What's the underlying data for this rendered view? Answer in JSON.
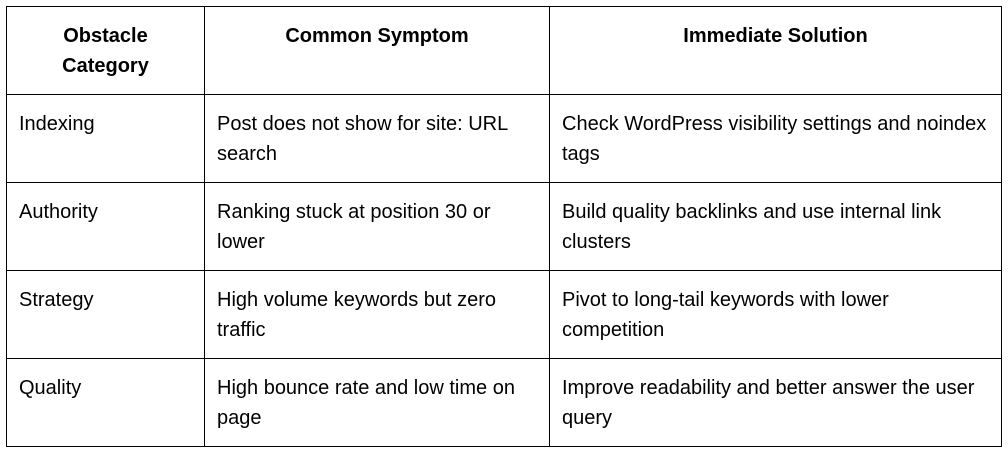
{
  "table": {
    "headers": [
      {
        "lines": [
          "Obstacle",
          "Category"
        ]
      },
      {
        "lines": [
          "Common Symptom"
        ]
      },
      {
        "lines": [
          "Immediate Solution"
        ]
      }
    ],
    "rows": [
      [
        "Indexing",
        "Post does not show for site: URL search",
        "Check WordPress visibility settings and noindex tags"
      ],
      [
        "Authority",
        "Ranking stuck at position 30 or lower",
        "Build quality backlinks and use internal link clusters"
      ],
      [
        "Strategy",
        "High volume keywords but zero traffic",
        "Pivot to long-tail keywords with lower competition"
      ],
      [
        "Quality",
        "High bounce rate and low time on page",
        "Improve readability and better answer the user query"
      ]
    ]
  }
}
